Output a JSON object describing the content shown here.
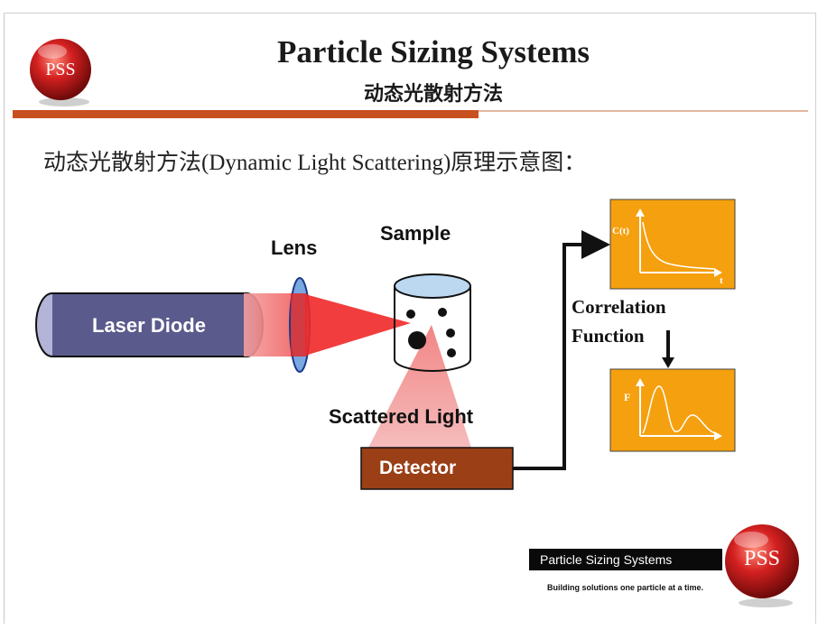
{
  "header": {
    "logo_text": "PSS",
    "title": "Particle Sizing Systems",
    "subtitle": "动态光散射方法"
  },
  "intro_text": "动态光散射方法(Dynamic Light Scattering)原理示意图：",
  "diagram": {
    "laser_label": "Laser Diode",
    "lens_label": "Lens",
    "sample_label": "Sample",
    "scattered_label": "Scattered Light",
    "detector_label": "Detector",
    "correlation_label_line1": "Correlation",
    "correlation_label_line2": "Function",
    "graph1_y_label": "C(t)",
    "graph1_x_label": "t",
    "graph2_y_label": "F"
  },
  "footer": {
    "brand": "Particle Sizing Systems",
    "tagline": "Building solutions one particle at a time.",
    "logo_text": "PSS"
  },
  "colors": {
    "accent_bar": "#c8501e",
    "laser_body": "#5a5a8c",
    "beam": "#f02828",
    "graph_bg": "#f5a00f",
    "detector": "#9a3f16",
    "logo_red": "#c81e1e"
  }
}
